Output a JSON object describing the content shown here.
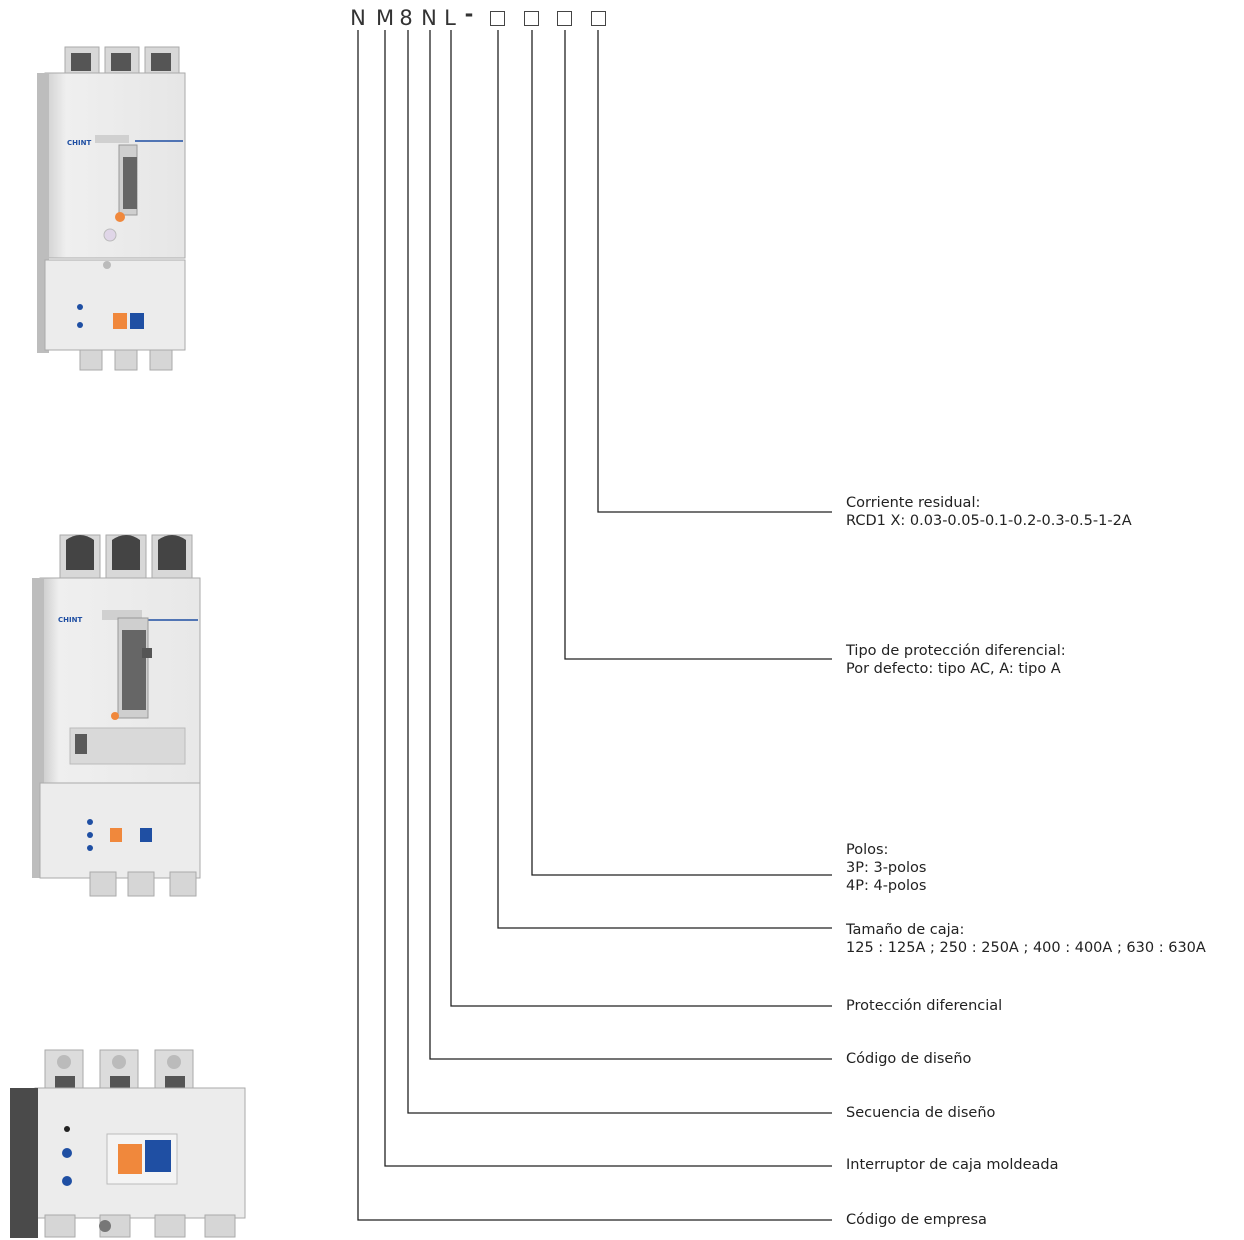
{
  "code": {
    "letters": [
      "N",
      "M",
      "8",
      "N",
      "L"
    ],
    "dash": "-",
    "placeholders": 4
  },
  "descriptions": [
    {
      "lines": [
        "Corriente residual:",
        "RCD1 X: 0.03-0.05-0.1-0.2-0.3-0.5-1-2A"
      ]
    },
    {
      "lines": [
        "Tipo de protección diferencial:",
        "Por defecto: tipo AC, A: tipo A"
      ]
    },
    {
      "lines": [
        "Polos:",
        "3P: 3-polos",
        "4P: 4-polos"
      ]
    },
    {
      "lines": [
        "Tamaño de caja:",
        "125 : 125A ; 250 : 250A ; 400 : 400A ; 630 : 630A"
      ]
    },
    {
      "lines": [
        "Protección diferencial"
      ]
    },
    {
      "lines": [
        "Código de diseño"
      ]
    },
    {
      "lines": [
        "Secuencia de diseño"
      ]
    },
    {
      "lines": [
        "Interruptor de caja moldeada"
      ]
    },
    {
      "lines": [
        "Código de empresa"
      ]
    }
  ],
  "products": [
    {
      "brand": "CHINT"
    },
    {
      "brand": "CHINT"
    },
    {
      "brand": ""
    }
  ],
  "colors": {
    "line": "#222222",
    "orange": "#f0883c",
    "blue": "#1f4fa3",
    "body": "#ececec"
  }
}
